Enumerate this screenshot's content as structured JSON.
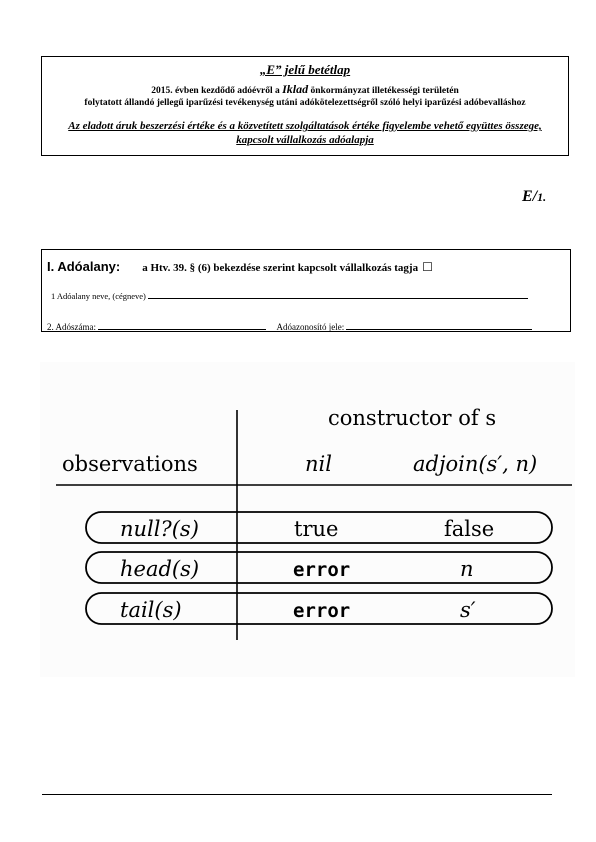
{
  "header": {
    "title": "„E” jelű betétlap",
    "line1_pre": "2015. évben kezdődő adóévről a ",
    "line1_city": "Iklad",
    "line1_post": " önkormányzat illetékességi területén",
    "line2": "folytatott állandó jellegű iparűzési tevékenység utáni adókötelezettségről szóló helyi iparűzési adóbevalláshoz",
    "line3a": "Az eladott áruk beszerzési értéke és a közvetített szolgáltatások értéke figyelembe vehető együttes összege,",
    "line3b": "kapcsolt vállalkozás adóalapja"
  },
  "page_code": {
    "main": "E/",
    "small": "1."
  },
  "section1": {
    "label": "I. Adóalany:",
    "text": "a Htv. 39. § (6) bekezdése szerint kapcsolt vállalkozás tagja",
    "checkbox": "☐",
    "name_label": "1  Adóalany neve, (cégneve)",
    "taxnum_label": "2. Adószáma:",
    "taxid_label": "Adóazonosító jele:"
  },
  "diagram": {
    "header_constructor": "constructor of s",
    "header_observations": "observations",
    "col_nil": "nil",
    "col_adjoin": "adjoin(s′, n)",
    "rows": [
      {
        "obs": "null?(s)",
        "nil": "true",
        "adjoin": "false"
      },
      {
        "obs": "head(s)",
        "nil": "error",
        "adjoin": "n"
      },
      {
        "obs": "tail(s)",
        "nil": "error",
        "adjoin": "s′"
      }
    ]
  }
}
